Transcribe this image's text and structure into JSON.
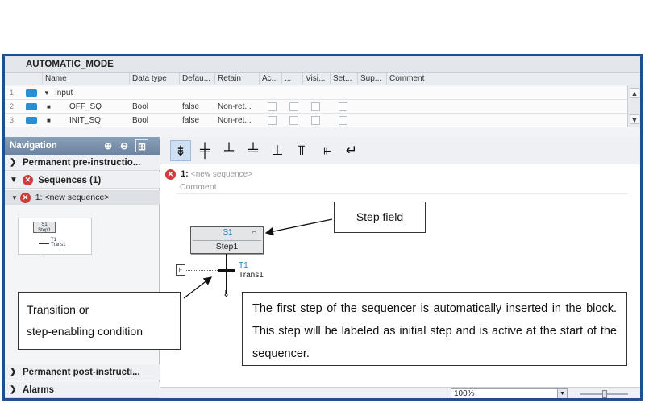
{
  "block": {
    "title": "AUTOMATIC_MODE"
  },
  "interface": {
    "columns": [
      "Name",
      "Data type",
      "Defau...",
      "Retain",
      "Ac...",
      "...",
      "Visi...",
      "Set...",
      "Sup...",
      "Comment"
    ],
    "rows": [
      {
        "num": "1",
        "name": "Input",
        "type": "",
        "default": "",
        "retain": ""
      },
      {
        "num": "2",
        "name": "OFF_SQ",
        "type": "Bool",
        "default": "false",
        "retain": "Non-ret..."
      },
      {
        "num": "3",
        "name": "INIT_SQ",
        "type": "Bool",
        "default": "false",
        "retain": "Non-ret..."
      }
    ]
  },
  "navigation": {
    "title": "Navigation",
    "permanent_pre": "Permanent pre-instructio...",
    "sequences": "Sequences (1)",
    "sequence_item": "1: <new sequence>",
    "thumb_step_num": "S1",
    "thumb_step_name": "Step1",
    "thumb_trans_num": "T1",
    "thumb_trans_name": "Trans1",
    "permanent_post": "Permanent post-instructi...",
    "alarms": "Alarms"
  },
  "editor": {
    "sequence_num": "1:",
    "sequence_name": "<new sequence>",
    "comment": "Comment",
    "step_num": "S1",
    "step_name": "Step1",
    "trans_num": "T1",
    "trans_name": "Trans1",
    "zoom": "100%"
  },
  "callouts": {
    "step_field": "Step field",
    "transition_line1": "Transition or",
    "transition_line2": "step-enabling condition",
    "first_step": "The first step of the sequencer is automatically inserted in the block. This step will be labeled as initial step and is active at the start of the sequencer."
  }
}
